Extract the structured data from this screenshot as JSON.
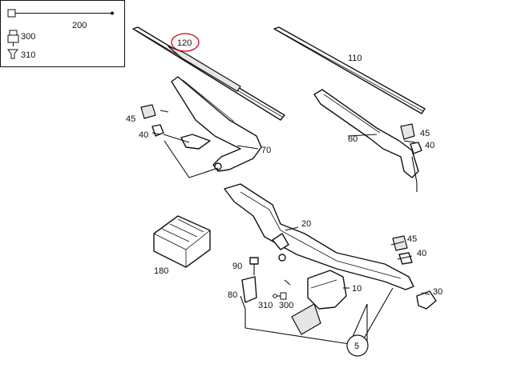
{
  "legend": {
    "items": [
      {
        "num": "200",
        "icon": "wire-harness-icon"
      },
      {
        "num": "300",
        "icon": "connector-icon"
      },
      {
        "num": "310",
        "icon": "terminal-icon"
      }
    ]
  },
  "highlight_color": "#d0021b",
  "callouts": {
    "c120": "120",
    "c110": "110",
    "c70": "70",
    "c60": "60",
    "c45a": "45",
    "c40a": "40",
    "c45b": "45",
    "c40b": "40",
    "c20": "20",
    "c45c": "45",
    "c40c": "40",
    "c180": "180",
    "c90": "90",
    "c10": "10",
    "c80": "80",
    "c310": "310",
    "c300": "300",
    "c30": "30",
    "c5": "5"
  }
}
